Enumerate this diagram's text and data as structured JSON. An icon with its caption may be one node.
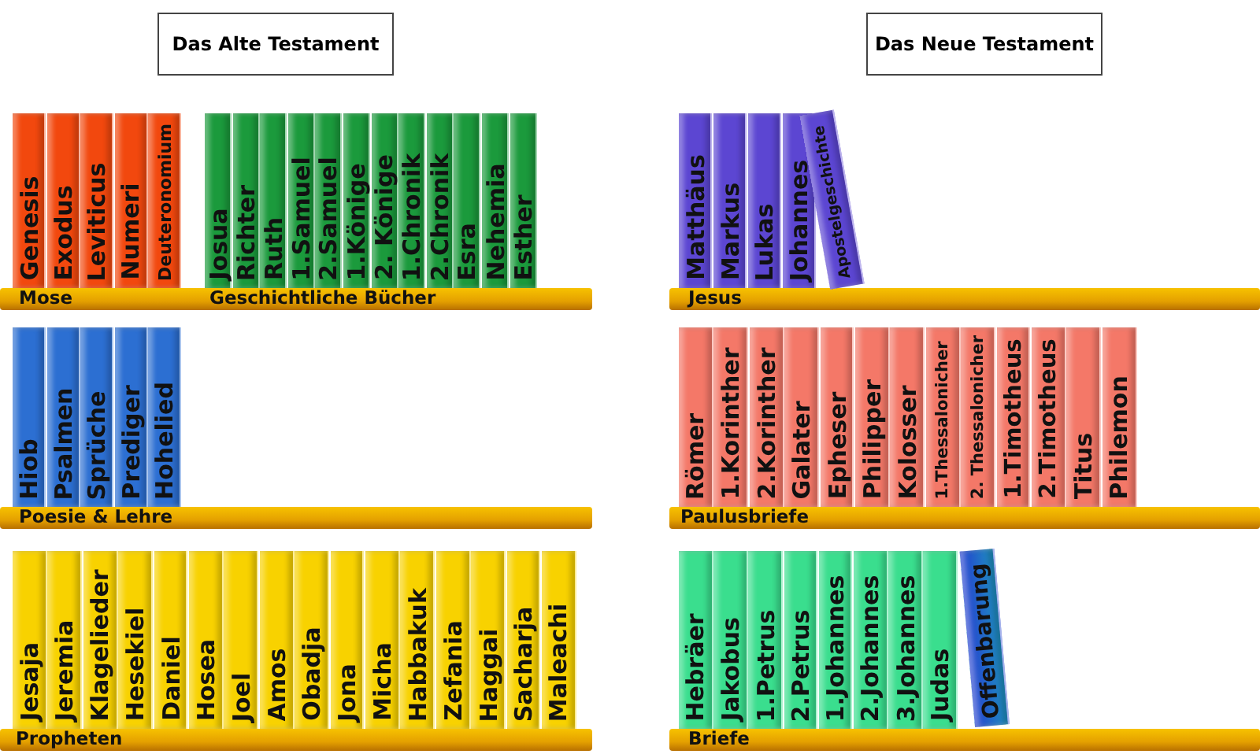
{
  "diagram": {
    "nodes": [
      {
        "text": [
          "Das Alte Testament"
        ]
      },
      {
        "text": [
          "Das Neue Testament"
        ]
      },
      {
        "text": [
          "Mose",
          "Geschichtliche Bücher"
        ]
      },
      {
        "text": [
          "Genesis"
        ]
      },
      {
        "text": [
          "Exodus"
        ]
      },
      {
        "text": [
          "Leviticus"
        ]
      },
      {
        "text": [
          "Numeri"
        ]
      },
      {
        "text": [
          "Deuteronomium"
        ]
      },
      {
        "text": [
          "Josua"
        ]
      },
      {
        "text": [
          "Richter"
        ]
      },
      {
        "text": [
          "Ruth"
        ]
      },
      {
        "text": [
          "1.Samuel"
        ]
      },
      {
        "text": [
          "2.Samuel"
        ]
      },
      {
        "text": [
          "1.Könige"
        ]
      },
      {
        "text": [
          "2. Könige"
        ]
      },
      {
        "text": [
          "1.Chronik"
        ]
      },
      {
        "text": [
          "2.Chronik"
        ]
      },
      {
        "text": [
          "Esra"
        ]
      },
      {
        "text": [
          "Nehemia"
        ]
      },
      {
        "text": [
          "Esther"
        ]
      },
      {
        "text": [
          "Jesus"
        ]
      },
      {
        "text": [
          "Matthäus"
        ]
      },
      {
        "text": [
          "Markus"
        ]
      },
      {
        "text": [
          "Lukas"
        ]
      },
      {
        "text": [
          "Johannes"
        ]
      },
      {
        "text": [
          "Apostelgeschichte"
        ]
      },
      {
        "text": [
          "Poesie & Lehre"
        ]
      },
      {
        "text": [
          "Hiob"
        ]
      },
      {
        "text": [
          "Psalmen"
        ]
      },
      {
        "text": [
          "Sprüche"
        ]
      },
      {
        "text": [
          "Prediger"
        ]
      },
      {
        "text": [
          "Hohelied"
        ]
      },
      {
        "text": [
          "Paulusbriefe"
        ]
      },
      {
        "text": [
          "Römer"
        ]
      },
      {
        "text": [
          "1.Korinther"
        ]
      },
      {
        "text": [
          "2.Korinther"
        ]
      },
      {
        "text": [
          "Galater"
        ]
      },
      {
        "text": [
          "Epheser"
        ]
      },
      {
        "text": [
          "Philipper"
        ]
      },
      {
        "text": [
          "Kolosser"
        ]
      },
      {
        "text": [
          "1.Thessalonicher"
        ]
      },
      {
        "text": [
          "2. Thessalonicher"
        ]
      },
      {
        "text": [
          "1.Timotheus"
        ]
      },
      {
        "text": [
          "2.Timotheus"
        ]
      },
      {
        "text": [
          "Titus"
        ]
      },
      {
        "text": [
          "Philemon"
        ]
      },
      {
        "text": [
          "Propheten"
        ]
      },
      {
        "text": [
          "Jesaja"
        ]
      },
      {
        "text": [
          "Jeremia"
        ]
      },
      {
        "text": [
          "Klagelieder"
        ]
      },
      {
        "text": [
          "Hesekiel"
        ]
      },
      {
        "text": [
          "Daniel"
        ]
      },
      {
        "text": [
          "Hosea"
        ]
      },
      {
        "text": [
          "Joel"
        ]
      },
      {
        "text": [
          "Amos"
        ]
      },
      {
        "text": [
          "Obadja"
        ]
      },
      {
        "text": [
          "Jona"
        ]
      },
      {
        "text": [
          "Micha"
        ]
      },
      {
        "text": [
          "Habbakuk"
        ]
      },
      {
        "text": [
          "Zefania"
        ]
      },
      {
        "text": [
          "Haggai"
        ]
      },
      {
        "text": [
          "Sacharja"
        ]
      },
      {
        "text": [
          "Maleachi"
        ]
      },
      {
        "text": [
          "Briefe"
        ]
      },
      {
        "text": [
          "Hebräer"
        ]
      },
      {
        "text": [
          "Jakobus"
        ]
      },
      {
        "text": [
          "1.Petrus"
        ]
      },
      {
        "text": [
          "2.Petrus"
        ]
      },
      {
        "text": [
          "1.Johannes"
        ]
      },
      {
        "text": [
          "2.Johannes"
        ]
      },
      {
        "text": [
          "3.Johannes"
        ]
      },
      {
        "text": [
          "Judas"
        ]
      },
      {
        "text": [
          "Offenbarung"
        ]
      }
    ]
  }
}
